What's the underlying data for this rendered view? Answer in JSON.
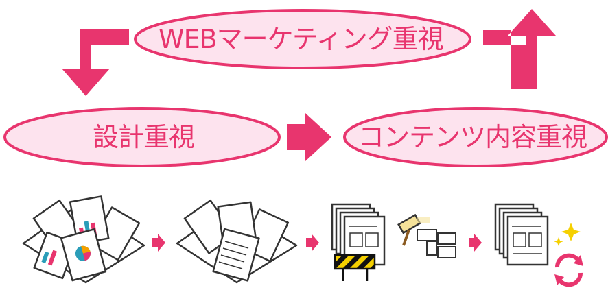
{
  "nodes": {
    "web": "WEBマーケティング重視",
    "design": "設計重視",
    "content": "コンテンツ内容重視"
  },
  "colors": {
    "accent": "#e8356e",
    "ellipse_fill": "#fde3ee",
    "icon_stroke": "#333333",
    "icon_fill": "#ffffff"
  },
  "icons": [
    "scattered-reports-with-charts-icon",
    "scattered-documents-icon",
    "under-construction-sitemap-icon",
    "updated-documents-sparkle-icon"
  ]
}
